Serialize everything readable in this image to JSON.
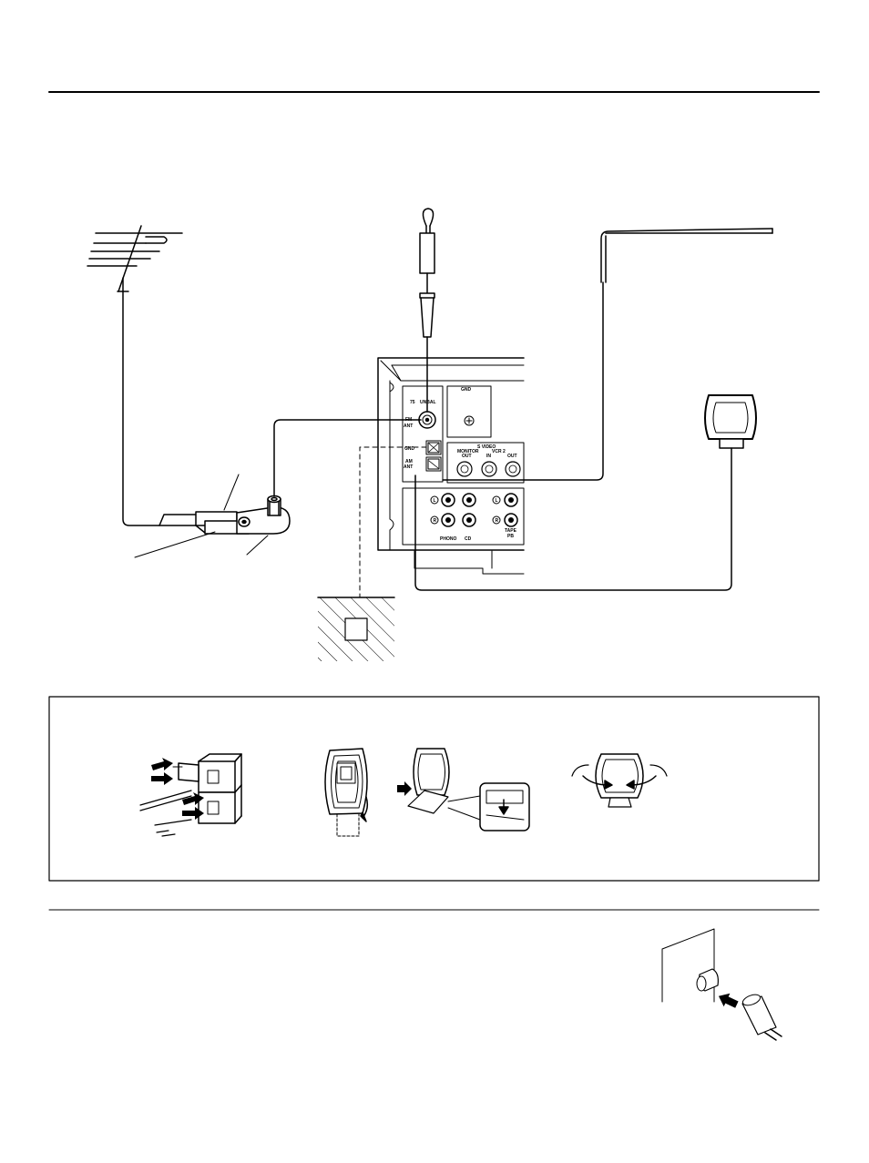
{
  "receiver_panel": {
    "ts_label": "75",
    "unbal_label": "UNBAL",
    "fm_ant_label_1": "FM",
    "fm_ant_label_2": "ANT",
    "gnd_label_top": "GND",
    "gnd_label_side": "GND",
    "am_ant_label_1": "AM",
    "am_ant_label_2": "ANT",
    "s_video_label": "S VIDEO",
    "monitor_out_label_1": "MONITOR",
    "monitor_out_label_2": "OUT",
    "vcr_label": "VCR 2",
    "in_label": "IN",
    "out_label": "OUT",
    "left_label_1": "L",
    "right_label_1": "R",
    "left_label_2": "L",
    "right_label_2": "R",
    "phono_label": "PHONO",
    "cd_label": "CD",
    "tape_label_1": "TAPE",
    "tape_label_2": "PB"
  },
  "colors": {
    "ink": "#000000",
    "paper": "#ffffff",
    "frame": "#111111"
  },
  "icons": [
    "fm-outdoor-antenna-icon",
    "fm-indoor-antenna-icon",
    "am-outdoor-antenna-wire-icon",
    "am-loop-antenna-icon",
    "ground-icon",
    "antenna-adapter-icon",
    "wall-outlet-icon",
    "coaxial-plug-icon"
  ]
}
